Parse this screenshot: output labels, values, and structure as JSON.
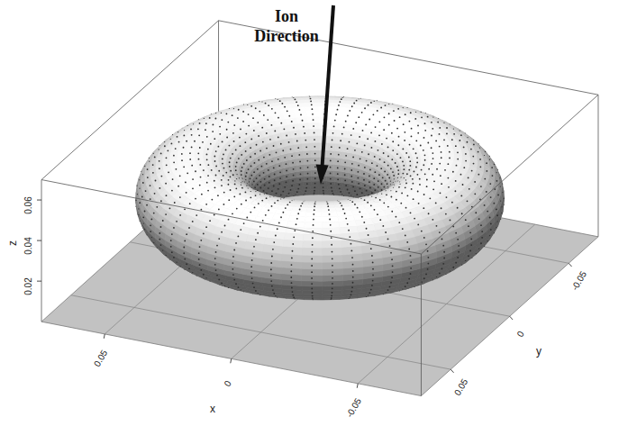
{
  "diagram": {
    "labels": [
      "Ion Direction",
      "0.06",
      "0.04",
      "0.02",
      "z",
      "0.05",
      "0",
      "-0.05",
      "x",
      "-0.05",
      "0",
      "0.05",
      "y"
    ]
  }
}
